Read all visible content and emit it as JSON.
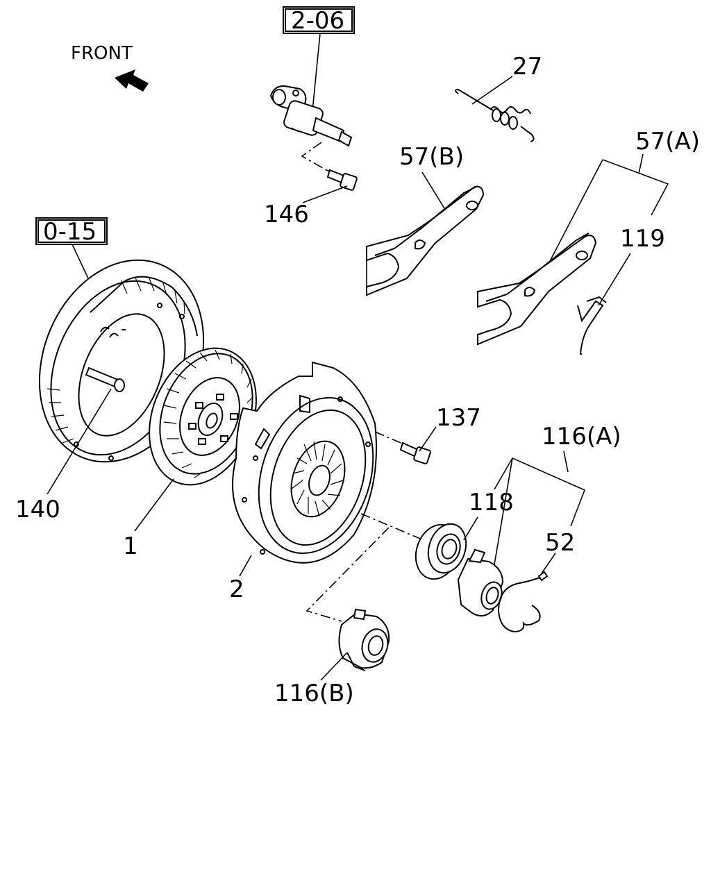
{
  "front_label": "FRONT",
  "references": {
    "ref_206": "2-06",
    "ref_015": "0-15"
  },
  "callouts": {
    "p27": "27",
    "p57b": "57(B)",
    "p57a": "57(A)",
    "p146": "146",
    "p119": "119",
    "p137": "137",
    "p116a": "116(A)",
    "p118": "118",
    "p52": "52",
    "p140": "140",
    "p1": "1",
    "p2": "2",
    "p116b": "116(B)"
  },
  "icons": {
    "front_arrow": "front-arrow-icon"
  }
}
